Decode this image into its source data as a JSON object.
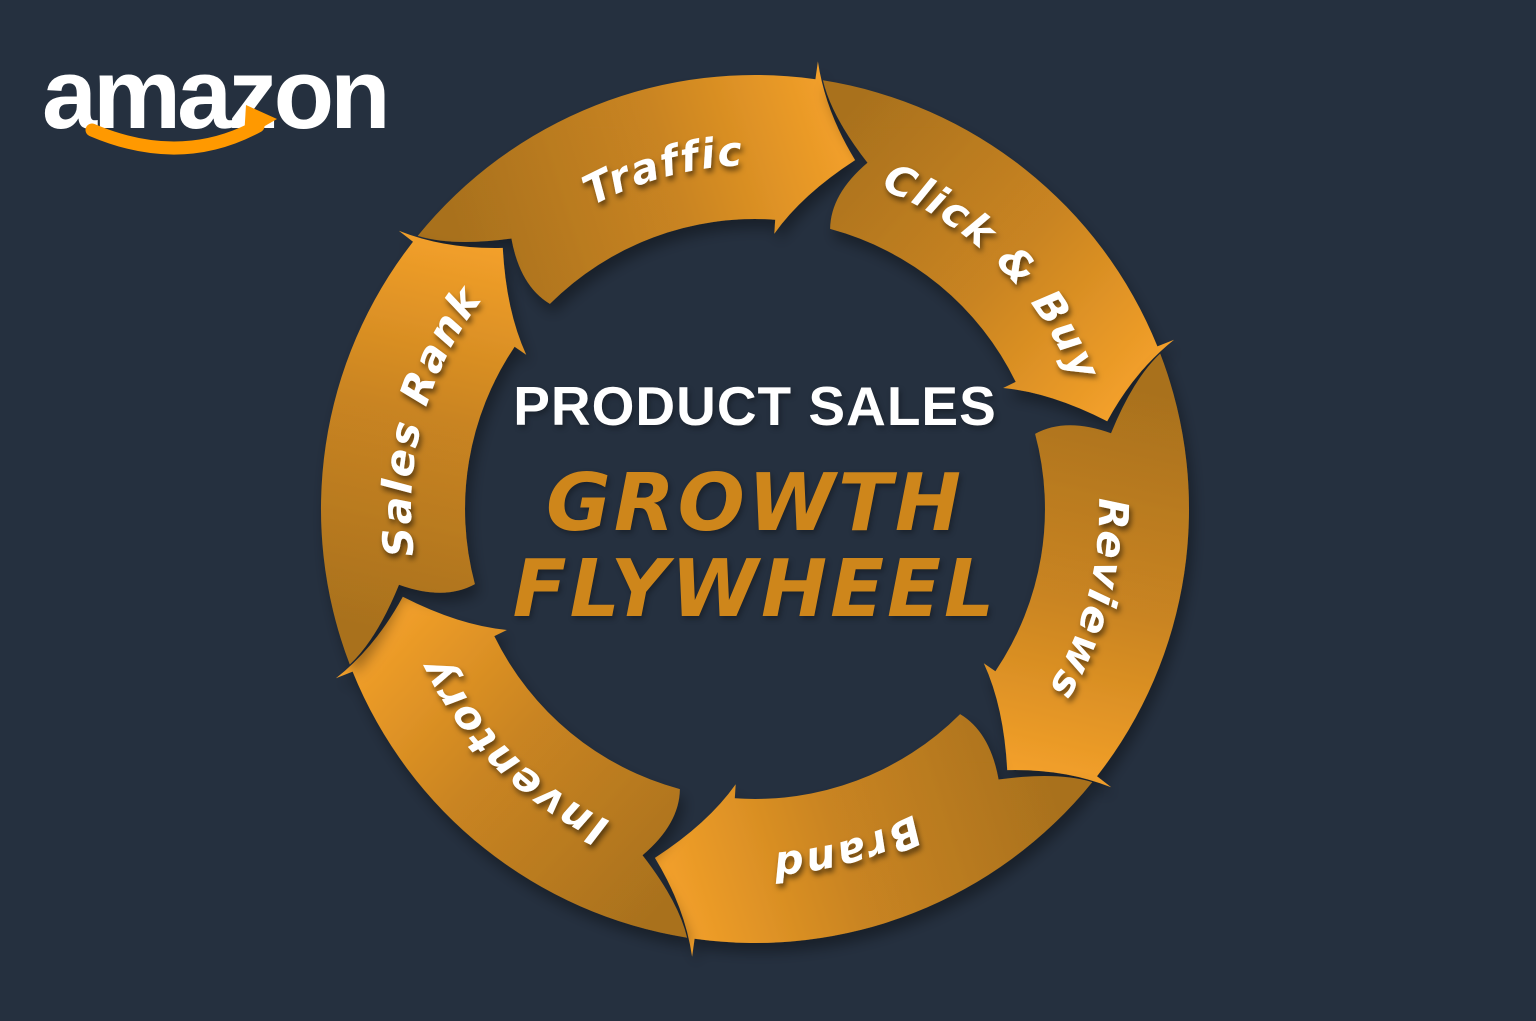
{
  "background_color": "#25303F",
  "logo": {
    "text": "amazon",
    "text_color": "#FFFFFF",
    "smile_color": "#FF9900"
  },
  "center": {
    "title": "PRODUCT SALES",
    "title_color": "#FFFFFF",
    "subtitle_line1": "GROWTH",
    "subtitle_line2": "FLYWHEEL",
    "subtitle_color": "#CE861B"
  },
  "flywheel": {
    "direction": "clockwise",
    "label_color": "#FFFFFF",
    "arrow_gradient": {
      "tail": "#A9711F",
      "mid": "#C98420",
      "head": "#F3A02A"
    },
    "segments": [
      {
        "label": "Traffic",
        "slug": "traffic",
        "center_angle": -15
      },
      {
        "label": "Click & Buy",
        "slug": "click-and-buy",
        "center_angle": 45
      },
      {
        "label": "Reviews",
        "slug": "reviews",
        "center_angle": 105
      },
      {
        "label": "Brand",
        "slug": "brand",
        "center_angle": 165
      },
      {
        "label": "Inventory",
        "slug": "inventory",
        "center_angle": 225
      },
      {
        "label": "Sales Rank",
        "slug": "sales-rank",
        "center_angle": 285
      }
    ]
  }
}
